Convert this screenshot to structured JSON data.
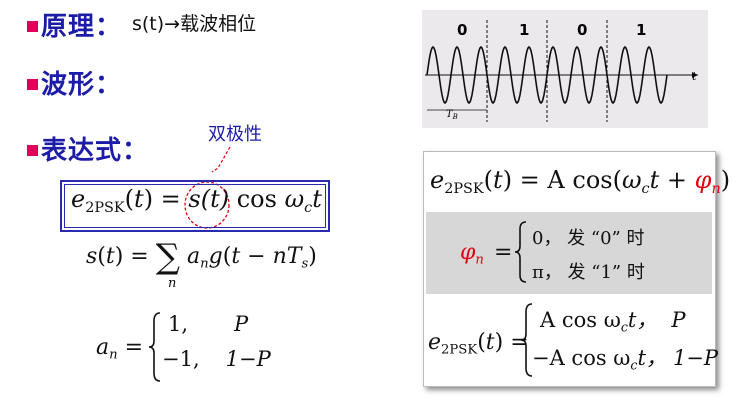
{
  "left": {
    "principle": {
      "label": "原理：",
      "text": "s(t)→载波相位"
    },
    "waveform": {
      "label": "波形："
    },
    "expression": {
      "label": "表达式：",
      "annotation": "双极性"
    },
    "formula_main": {
      "lhs": "e",
      "sub": "2PSK",
      "rhs_pre": "(t) = ",
      "circled": "s(t)",
      "rhs_post": "cos ω",
      "c": "c",
      "t": "t"
    },
    "formula_st": {
      "text_lhs": "s(t) = ",
      "sum": "∑",
      "sum_index": "n",
      "a": "a",
      "an_sub": "n",
      "g": "g(t − nT",
      "ts": "s",
      "close": ")"
    },
    "formula_an": {
      "lhs": "a",
      "lhs_sub": "n",
      "eq": "=",
      "row1_val": "1,",
      "row1_prob": "P",
      "row2_val": "−1,",
      "row2_prob": "1−P"
    }
  },
  "waveform_panel": {
    "bits": [
      "0",
      "1",
      "0",
      "1"
    ],
    "t_label": "t",
    "tb_label": "T",
    "tb_sub": "B",
    "bg_color": "#ece9ec"
  },
  "right_panel": {
    "top": {
      "lhs": "e",
      "sub": "2PSK",
      "mid": "(t) = A cos(ω",
      "c": "c",
      "t": "t + ",
      "phi": "φ",
      "phi_sub": "n",
      "close": ")"
    },
    "middle": {
      "phi": "φ",
      "phi_sub": "n",
      "eq": "=",
      "row1": "0，  发 “0” 时",
      "row2": "π，  发 “1” 时",
      "bg_color": "#d7d7d7"
    },
    "bottom": {
      "lhs": "e",
      "sub": "2PSK",
      "paren": "(t) =",
      "row1_a": "A cos ω",
      "row1_c": "c",
      "row1_t": "t，",
      "row1_p": "P",
      "row2_a": "−A cos ω",
      "row2_c": "c",
      "row2_t": "t，",
      "row2_p": "1−P"
    }
  },
  "colors": {
    "heading": "#1c1ca8",
    "bullet": "#e0005a",
    "accent_red": "#e00010"
  }
}
